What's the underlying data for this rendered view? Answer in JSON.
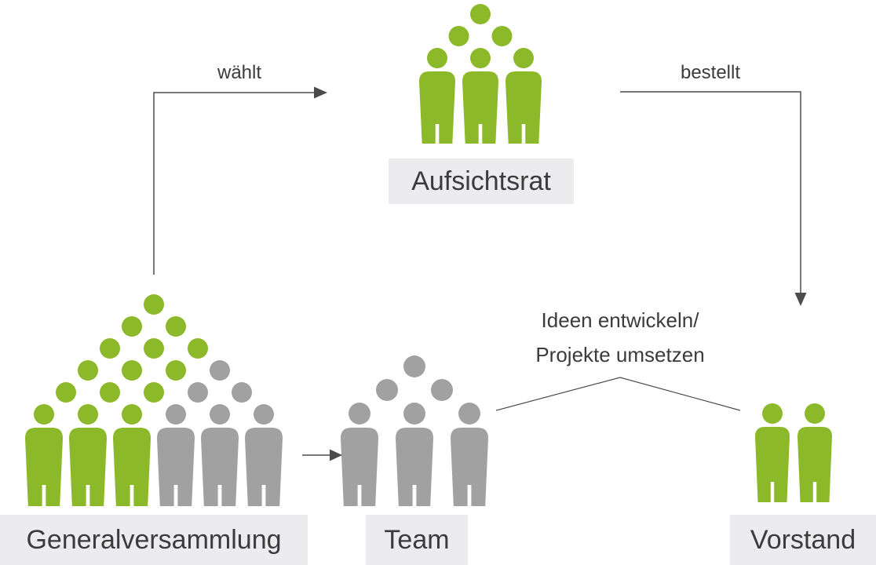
{
  "colors": {
    "green": "#8bb929",
    "gray": "#a1a1a1",
    "label_bg": "#ececef",
    "text": "#3b3b3b",
    "line": "#4b4b4b"
  },
  "groups": [
    {
      "id": "aufsichtsrat",
      "label": "Aufsichtsrat",
      "figures": [
        "green",
        "green",
        "green"
      ],
      "head_rows": [
        [
          "green",
          "green"
        ],
        [
          "green"
        ]
      ]
    },
    {
      "id": "generalversammlung",
      "label": "Generalversammlung",
      "figures": [
        "green",
        "green",
        "green",
        "gray",
        "gray",
        "gray"
      ],
      "head_rows": [
        [
          "green",
          "green",
          "green",
          "gray",
          "gray"
        ],
        [
          "green",
          "green",
          "green",
          "gray"
        ],
        [
          "green",
          "green",
          "green"
        ],
        [
          "green",
          "green"
        ],
        [
          "green"
        ]
      ]
    },
    {
      "id": "team",
      "label": "Team",
      "figures": [
        "gray",
        "gray",
        "gray"
      ],
      "head_rows": [
        [
          "gray",
          "gray"
        ],
        [
          "gray"
        ]
      ]
    },
    {
      "id": "vorstand",
      "label": "Vorstand",
      "figures": [
        "green",
        "green"
      ],
      "head_rows": []
    }
  ],
  "relations": [
    {
      "from": "Generalversammlung",
      "to": "Aufsichtsrat",
      "label": "wählt"
    },
    {
      "from": "Aufsichtsrat",
      "to": "Vorstand",
      "label": "bestellt"
    }
  ],
  "annotations": {
    "idea_line1": "Ideen entwickeln/",
    "idea_line2": "Projekte umsetzen"
  }
}
